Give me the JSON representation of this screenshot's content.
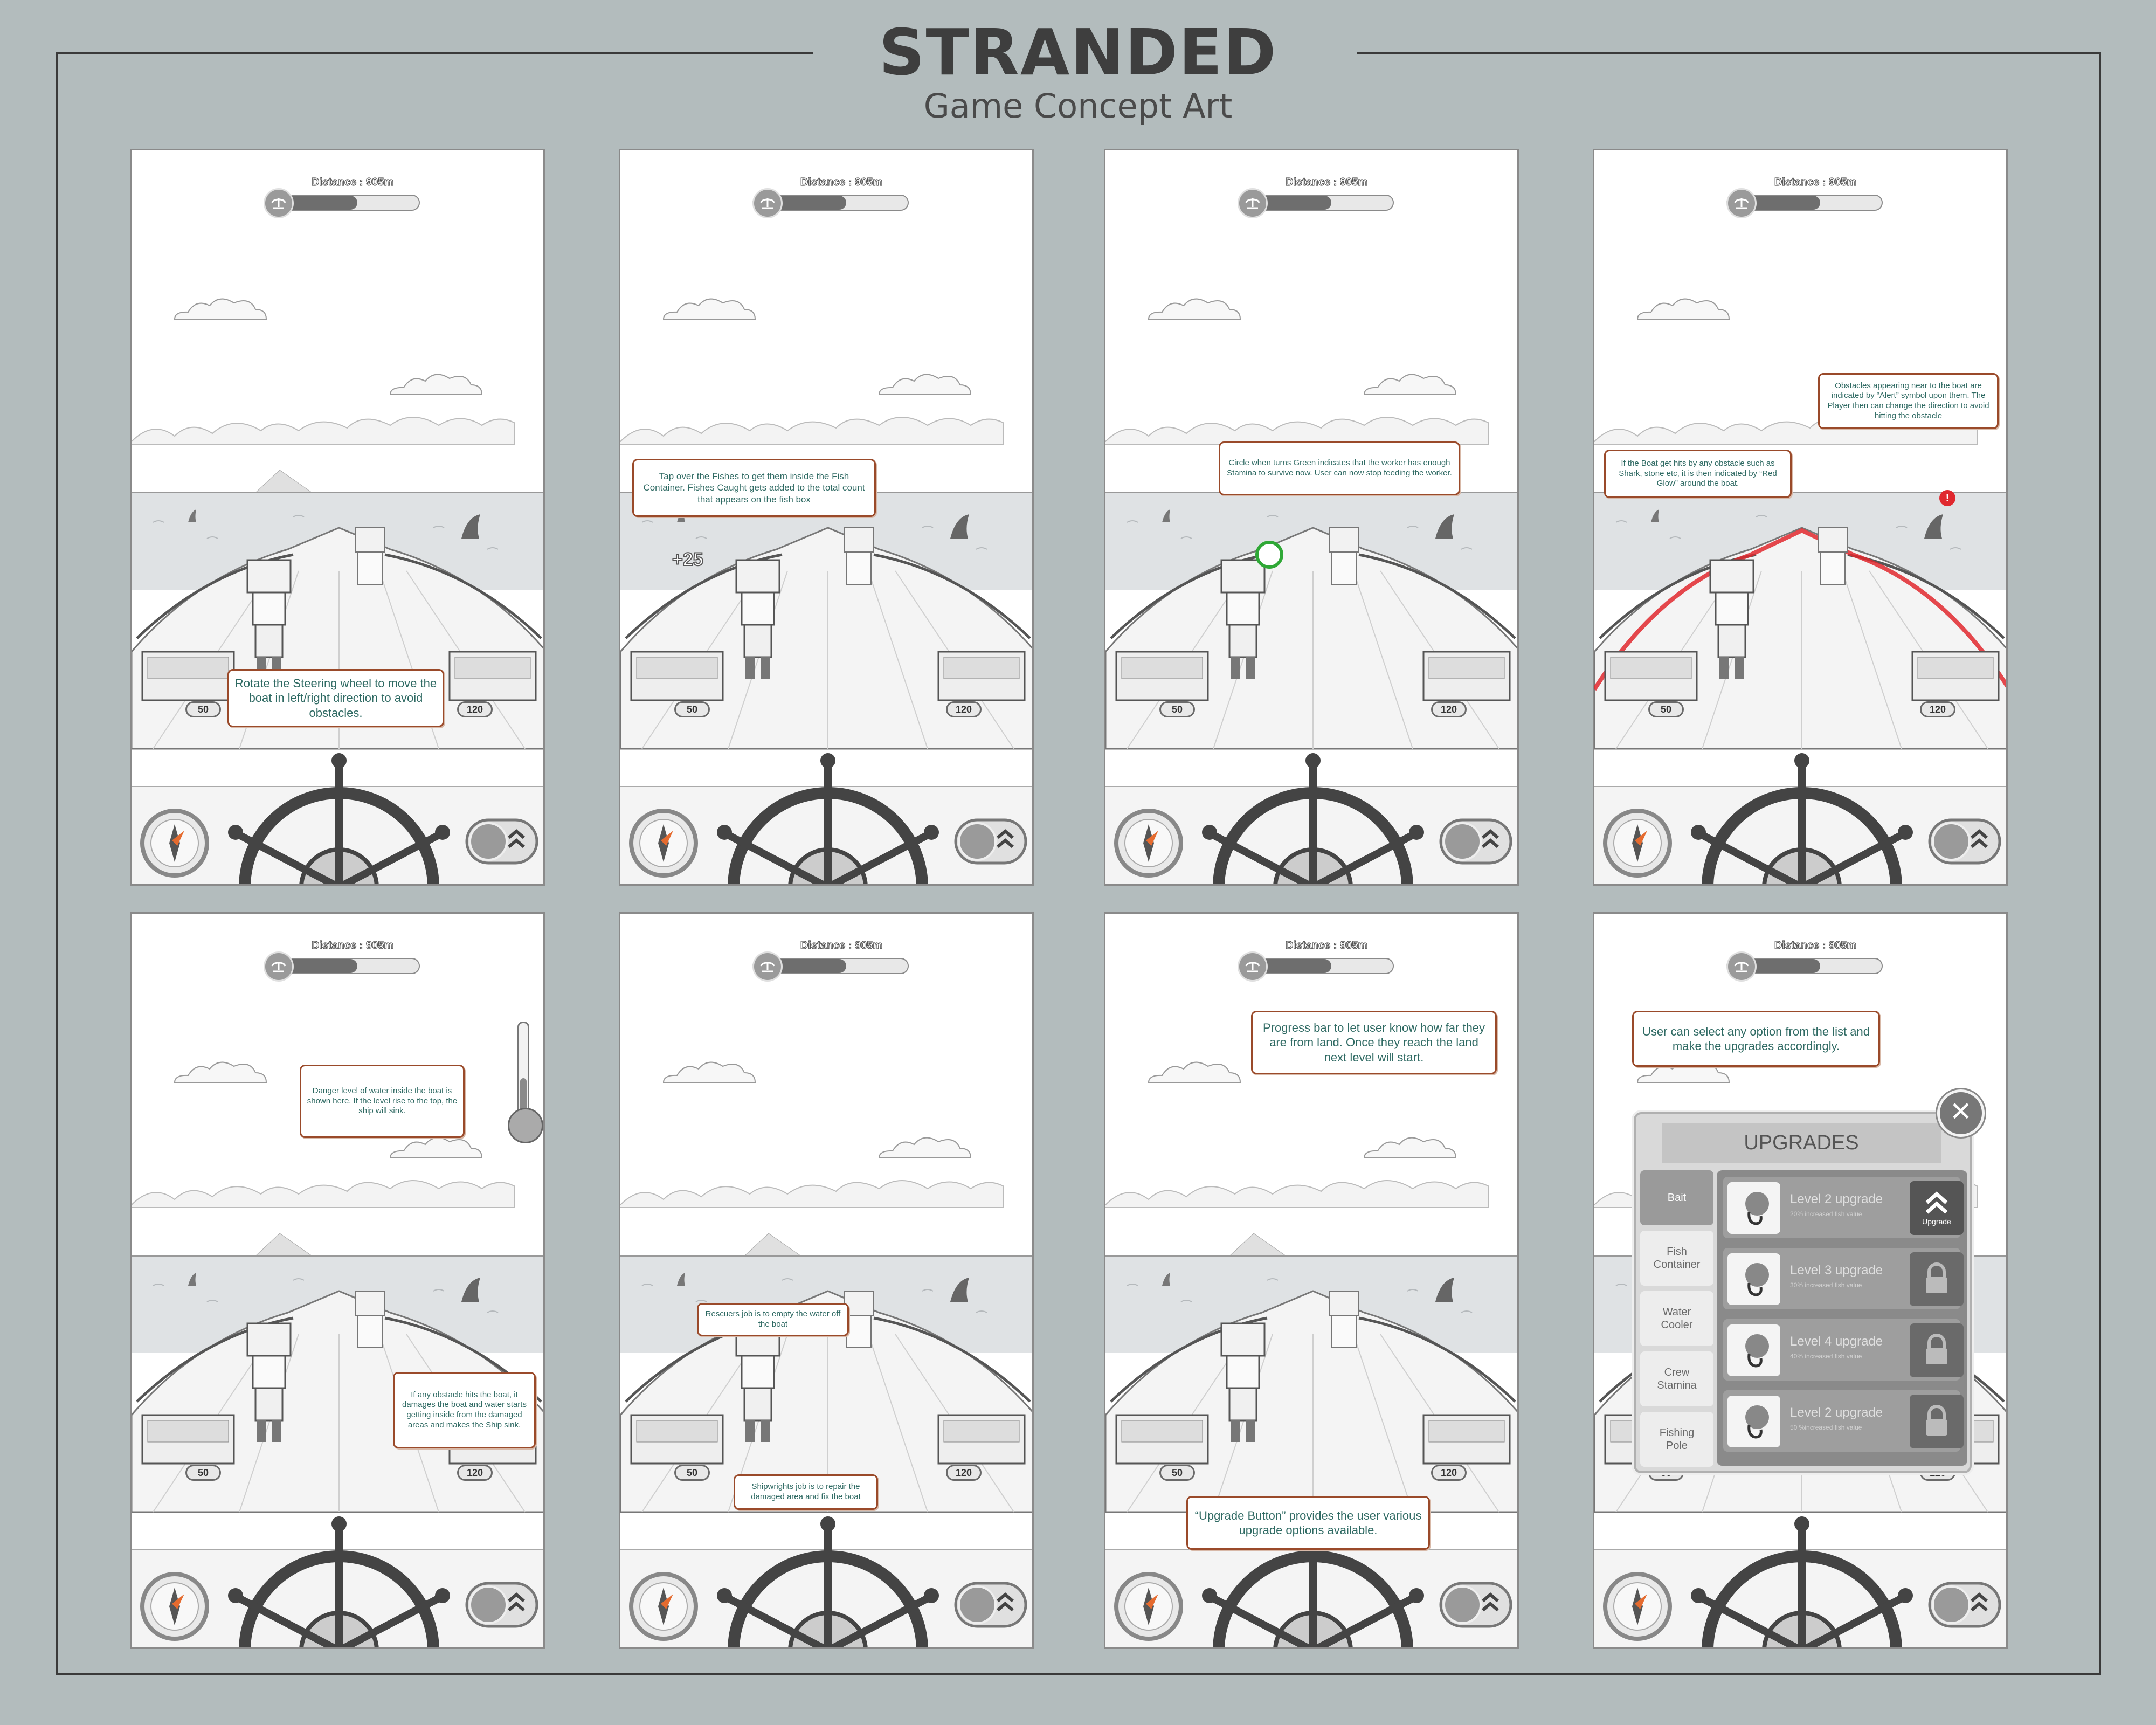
{
  "header": {
    "title": "STRANDED",
    "subtitle": "Game Concept Art"
  },
  "hud": {
    "distance_label": "Distance : 905m",
    "progress": 0.6,
    "left_count": "50",
    "right_count": "120"
  },
  "panels": [
    {
      "callouts": [
        "Rotate the Steering wheel to move the boat in left/right direction to avoid obstacles."
      ]
    },
    {
      "callouts": [
        "Tap over the Fishes to get them inside the Fish Container. Fishes Caught gets added to the total count that appears on the fish box"
      ],
      "plus_label": "+25"
    },
    {
      "callouts": [
        "Circle when turns Green indicates that the worker has enough Stamina to survive now. User can now stop feeding the worker."
      ]
    },
    {
      "callouts": [
        "If the Boat get hits by any obstacle such as Shark, stone etc, it is then indicated by “Red Glow” around the boat.",
        "Obstacles appearing near to the boat are indicated by “Alert” symbol upon them. The Player then can change the direction to avoid hitting the obstacle"
      ]
    },
    {
      "callouts": [
        "Danger level of water inside the boat is shown here. If the level rise to the top, the ship will sink.",
        "If any obstacle hits the boat, it damages the boat and water starts getting inside from the damaged areas and makes the Ship sink."
      ],
      "water_level": 0.4
    },
    {
      "callouts": [
        "Rescuers job is to empty the water off the boat",
        "Shipwrights job is to repair the damaged area and fix the boat"
      ]
    },
    {
      "callouts": [
        "Progress bar to let user know how far they are from land. Once they reach the land next level will start.",
        "“Upgrade Button” provides the user various upgrade options available."
      ]
    },
    {
      "callouts": [
        "User can select any option from the list and make the upgrades accordingly."
      ]
    }
  ],
  "upgrades_menu": {
    "title": "UPGRADES",
    "close_symbol": "✕",
    "tabs": [
      "Bait",
      "Fish Container",
      "Water Cooler",
      "Crew Stamina",
      "Fishing Pole"
    ],
    "active_tab": "Bait",
    "rows": [
      {
        "level": "Level 2 upgrade",
        "desc": "20% increased fish value",
        "button": "Upgrade",
        "locked": false
      },
      {
        "level": "Level 3 upgrade",
        "desc": "30% increased fish value",
        "button": "",
        "locked": true
      },
      {
        "level": "Level 4 upgrade",
        "desc": "40% increased fish value",
        "button": "",
        "locked": true
      },
      {
        "level": "Level 2 upgrade",
        "desc": "50 %increased fish value",
        "button": "",
        "locked": true
      }
    ]
  },
  "colors": {
    "background": "#b3bcbd",
    "callout_border": "#9a4a2a",
    "callout_text": "#2f6a63",
    "red_glow": "#e0282e",
    "green_ring": "#2fa836"
  }
}
